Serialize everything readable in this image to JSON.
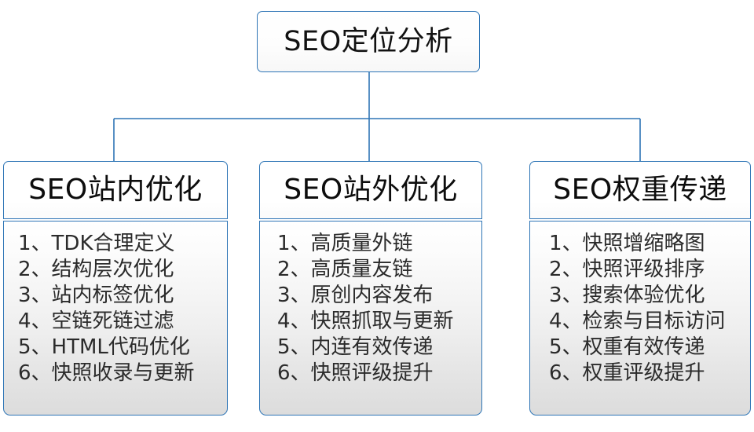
{
  "diagram": {
    "root": {
      "title": "SEO定位分析"
    },
    "colors": {
      "border": "#2e75b6",
      "connector": "#2e75b6",
      "text": "#121212",
      "item_text": "#2b2b2b",
      "body_gradient_top": "#ffffff",
      "body_gradient_bottom": "#dcdcdc",
      "page_background": "#ffffff"
    },
    "columns": [
      {
        "header": "SEO站内优化",
        "items": [
          "1、TDK合理定义",
          "2、结构层次优化",
          "3、站内标签优化",
          "4、空链死链过滤",
          "5、HTML代码优化",
          "6、快照收录与更新"
        ]
      },
      {
        "header": "SEO站外优化",
        "items": [
          "1、高质量外链",
          "2、高质量友链",
          "3、原创内容发布",
          "4、快照抓取与更新",
          "5、内连有效传递",
          "6、快照评级提升"
        ]
      },
      {
        "header": "SEO权重传递",
        "items": [
          "1、快照增缩略图",
          "2、快照评级排序",
          "3、搜索体验优化",
          "4、检索与目标访问",
          "5、权重有效传递",
          "6、权重评级提升"
        ]
      }
    ]
  }
}
